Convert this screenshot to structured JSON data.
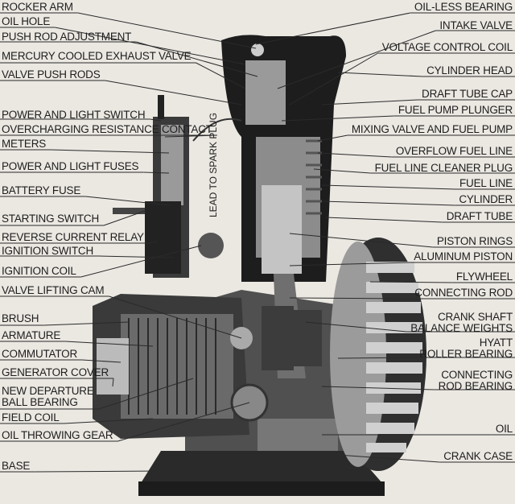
{
  "title": "Engine cutaway diagram",
  "left_labels": [
    "ROCKER ARM",
    "OIL HOLE",
    "PUSH ROD ADJUSTMENT",
    "MERCURY COOLED EXHAUST VALVE",
    "VALVE PUSH RODS",
    "POWER AND LIGHT SWITCH",
    "OVERCHARGING RESISTANCE CONTACT",
    "METERS",
    "POWER AND LIGHT FUSES",
    "BATTERY FUSE",
    "STARTING SWITCH",
    "REVERSE CURRENT RELAY",
    "IGNITION SWITCH",
    "IGNITION COIL",
    "VALVE LIFTING CAM",
    "BRUSH",
    "ARMATURE",
    "COMMUTATOR",
    "GENERATOR COVER",
    "NEW DEPARTURE\nBALL BEARING",
    "FIELD COIL",
    "OIL THROWING GEAR",
    "BASE"
  ],
  "right_labels": [
    "OIL-LESS BEARING",
    "INTAKE VALVE",
    "VOLTAGE CONTROL COIL",
    "CYLINDER HEAD",
    "DRAFT TUBE CAP",
    "FUEL PUMP PLUNGER",
    "MIXING VALVE AND FUEL PUMP",
    "OVERFLOW FUEL LINE",
    "FUEL LINE CLEANER PLUG",
    "FUEL LINE",
    "CYLINDER",
    "DRAFT TUBE",
    "PISTON RINGS",
    "ALUMINUM PISTON",
    "FLYWHEEL",
    "CONNECTING ROD",
    "CRANK SHAFT\nBALANCE WEIGHTS",
    "HYATT\nROLLER BEARING",
    "CONNECTING\nROD BEARING",
    "OIL",
    "CRANK CASE"
  ],
  "spark_plug_label": "LEAD TO SPARK PLUG"
}
